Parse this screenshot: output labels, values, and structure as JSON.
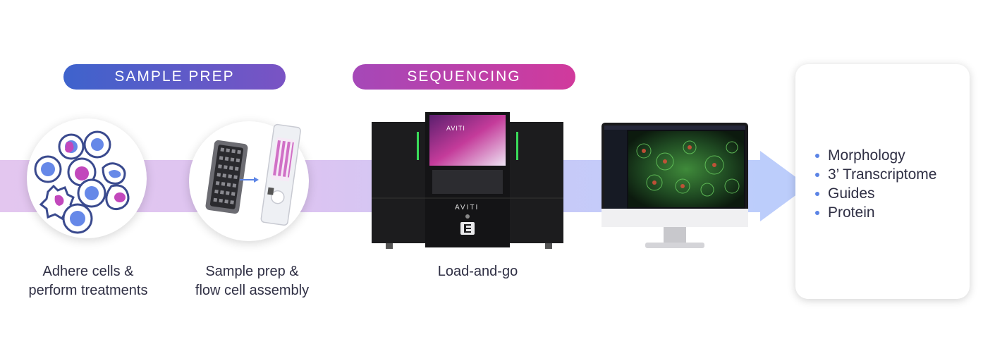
{
  "stages": {
    "sample_prep": "SAMPLE PREP",
    "sequencing": "SEQUENCING"
  },
  "captions": {
    "cells_line1": "Adhere cells &",
    "cells_line2": "perform treatments",
    "flowcell_line1": "Sample prep &",
    "flowcell_line2": "flow cell assembly",
    "sequencer": "Load-and-go"
  },
  "instrument": {
    "screen_brand": "AVITI",
    "body_brand": "AVITI"
  },
  "outputs": [
    "Morphology",
    "3’ Transcriptome",
    "Guides",
    "Protein"
  ],
  "colors": {
    "prep_pill": "#3e63cc",
    "seq_pill": "#d13a9c",
    "band": "#dcc4f1",
    "arrow": "#bccdfb",
    "bullet": "#5b84e6"
  }
}
